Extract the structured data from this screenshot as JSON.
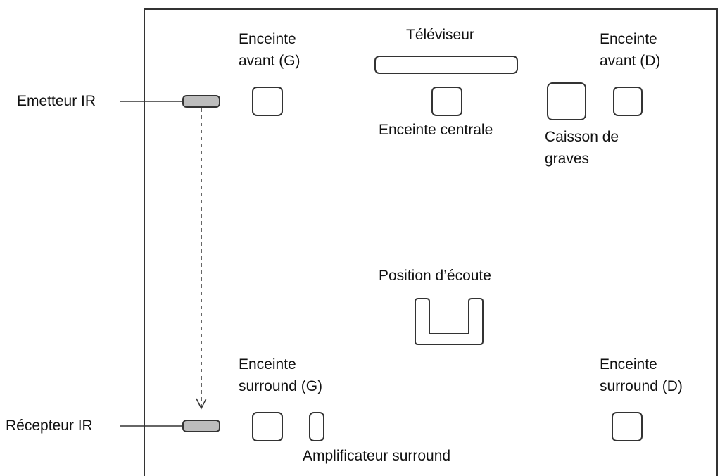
{
  "diagram": {
    "labels": {
      "tv": "Téléviseur",
      "front_left": [
        "Enceinte",
        "avant (G)"
      ],
      "front_right": [
        "Enceinte",
        "avant (D)"
      ],
      "center": "Enceinte centrale",
      "subwoofer": [
        "Caisson de",
        "graves"
      ],
      "listening": "Position d’écoute",
      "surround_left": [
        "Enceinte",
        "surround (G)"
      ],
      "surround_right": [
        "Enceinte",
        "surround (D)"
      ],
      "amplifier": "Amplificateur surround",
      "ir_emitter": "Emetteur IR",
      "ir_receiver": "Récepteur IR"
    },
    "colors": {
      "stroke": "#333333",
      "ir_fill": "#bdbdbd",
      "background": "#ffffff"
    }
  }
}
